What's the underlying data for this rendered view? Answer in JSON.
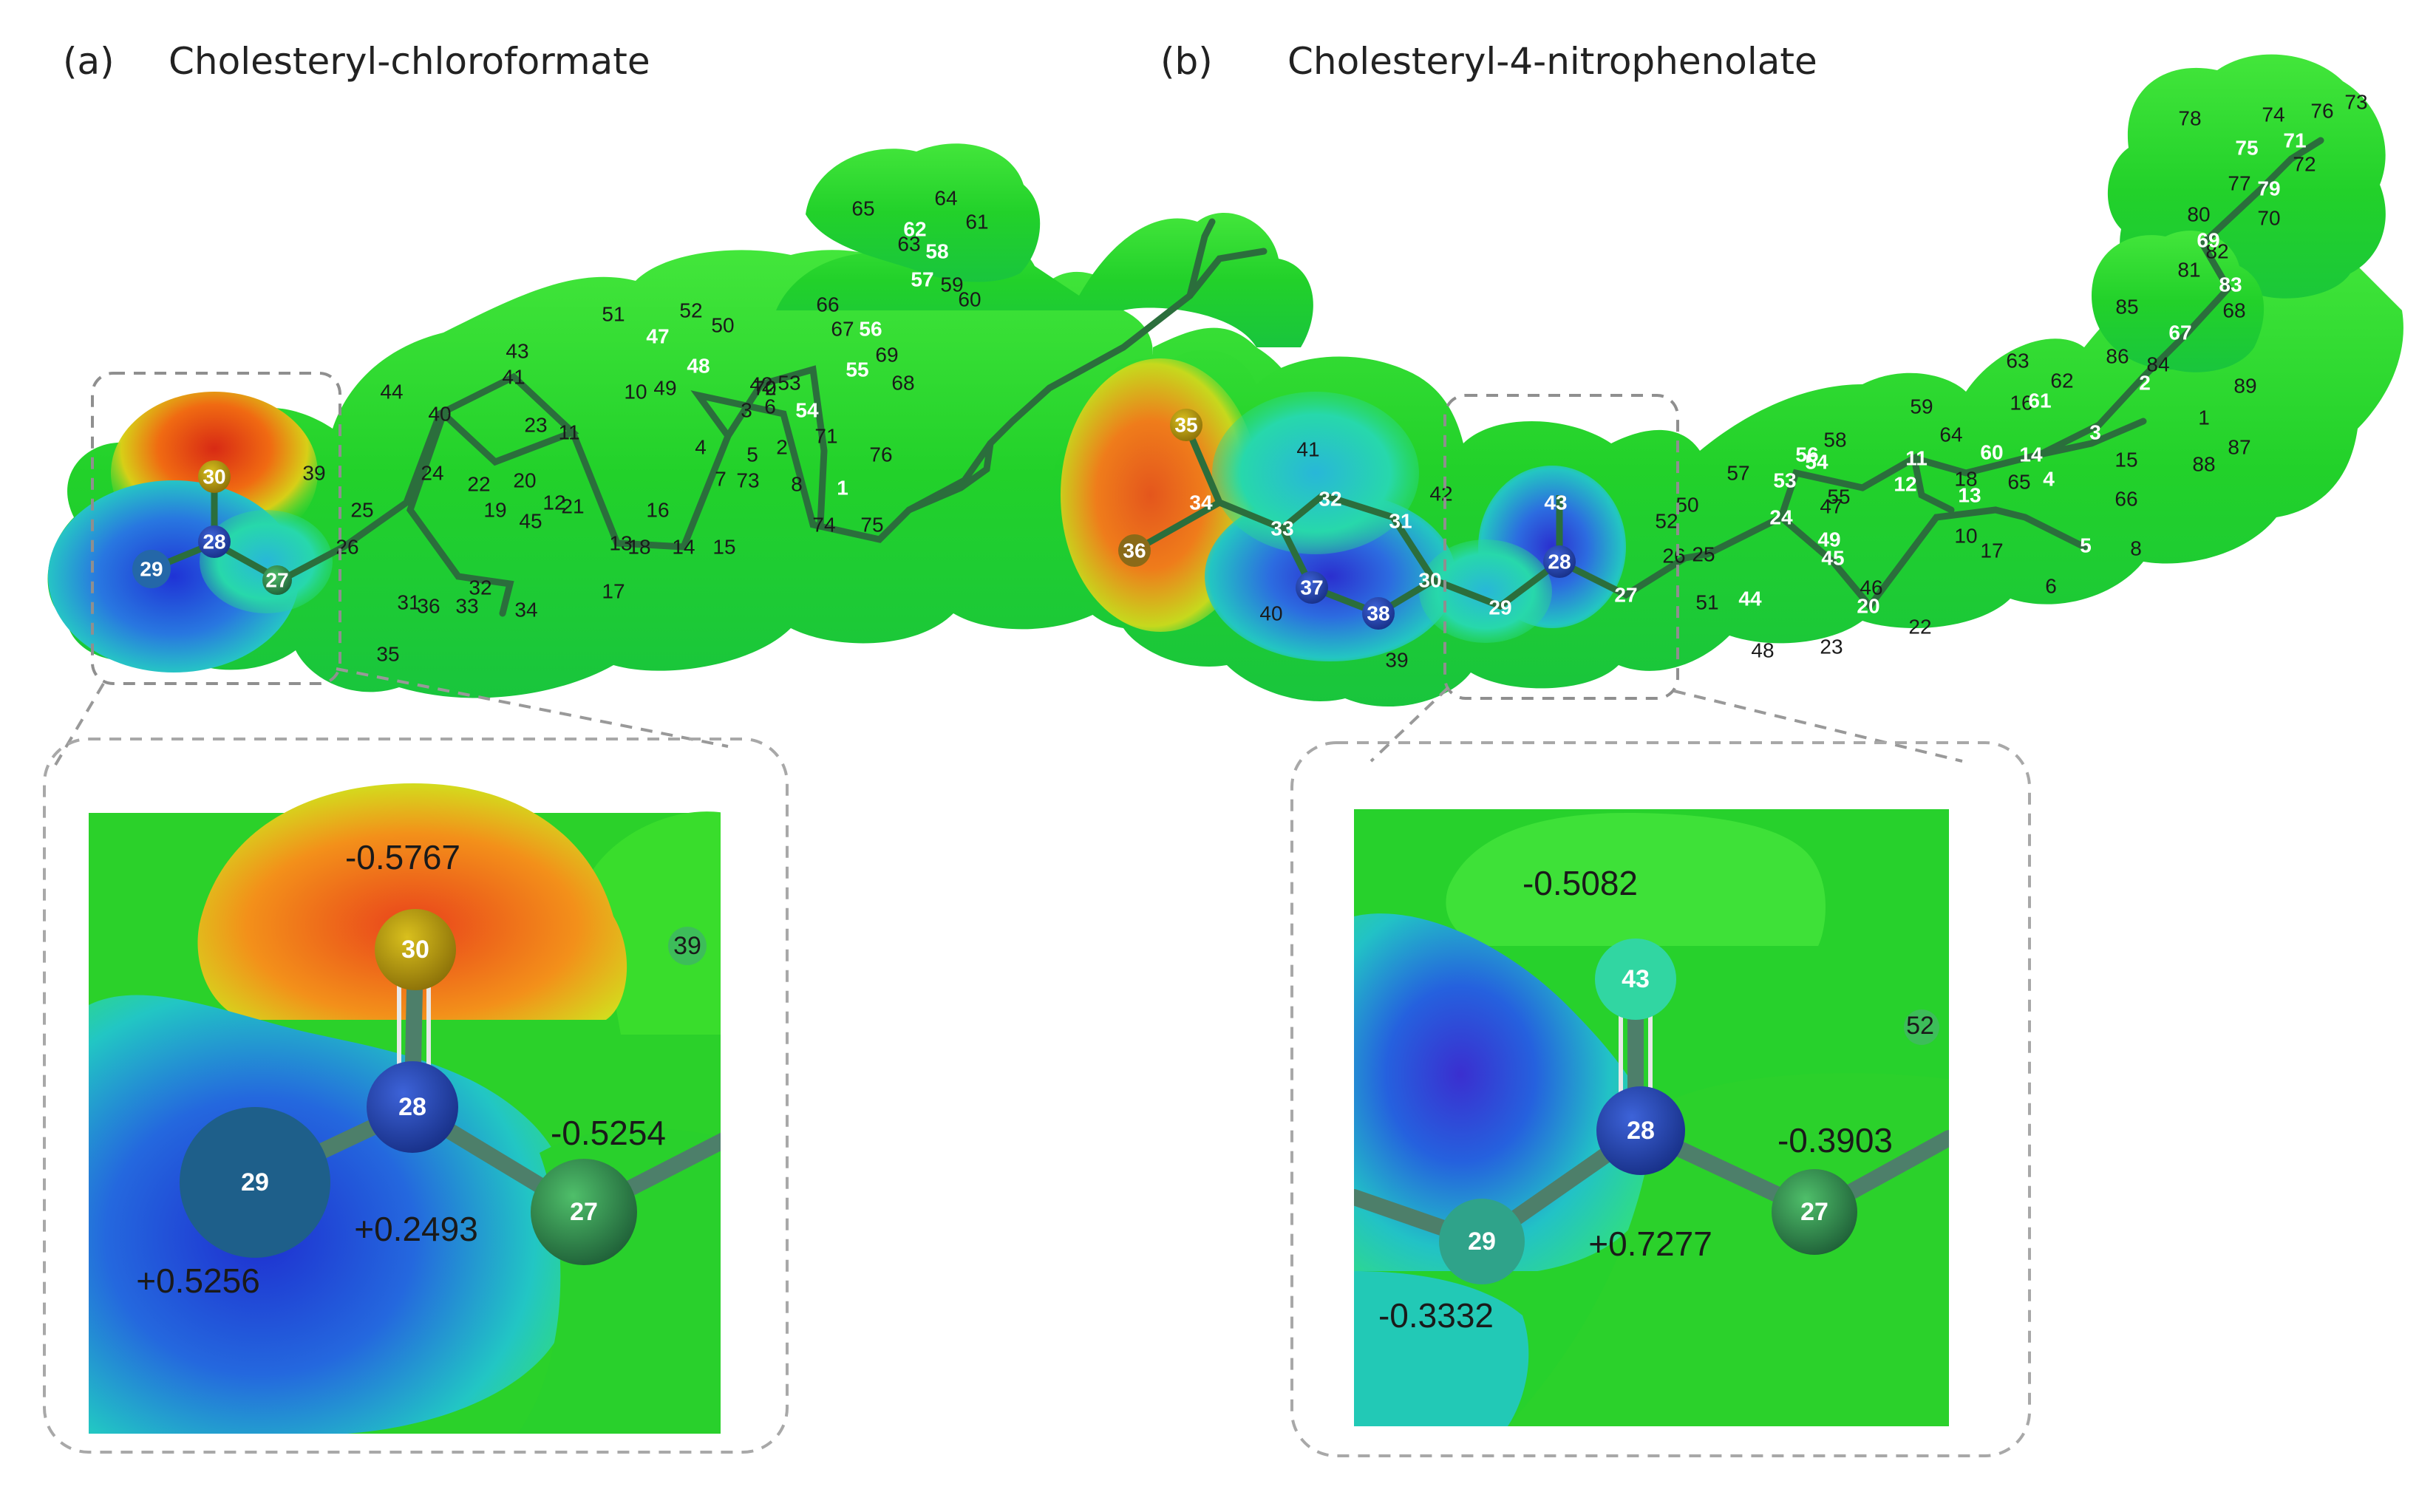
{
  "panel_a": {
    "label": "(a)",
    "title": "Cholesteryl-chloroformate",
    "charges": {
      "atom30": "-0.5767",
      "atom27": "-0.5254",
      "atom28": "+0.2493",
      "atom29": "+0.5256"
    },
    "zoom_atoms": [
      "30",
      "28",
      "29",
      "27",
      "39"
    ],
    "atom_labels": [
      "30",
      "28",
      "29",
      "27",
      "39",
      "26",
      "25",
      "36",
      "31",
      "35",
      "33",
      "34",
      "32",
      "40",
      "44",
      "24",
      "22",
      "41",
      "43",
      "23",
      "19",
      "20",
      "12",
      "45",
      "21",
      "11",
      "13",
      "17",
      "18",
      "10",
      "16",
      "14",
      "15",
      "47",
      "48",
      "49",
      "51",
      "52",
      "50",
      "3",
      "72",
      "53",
      "6",
      "4",
      "7",
      "5",
      "73",
      "2",
      "8",
      "54",
      "71",
      "1",
      "75",
      "74",
      "76",
      "55",
      "56",
      "57",
      "58",
      "62",
      "63",
      "64",
      "65",
      "61",
      "59",
      "60",
      "66",
      "67",
      "69",
      "68",
      "70",
      "42"
    ],
    "colors": {
      "positive": "#1a3cd6",
      "neutral": "#2bd62b",
      "negative": "#e0301a"
    }
  },
  "panel_b": {
    "label": "(b)",
    "title": "Cholesteryl-4-nitrophenolate",
    "charges": {
      "atom43": "-0.5082",
      "atom27": "-0.3903",
      "atom28": "+0.7277",
      "atom29": "-0.3332"
    },
    "zoom_atoms": [
      "43",
      "28",
      "29",
      "27",
      "52"
    ],
    "atom_labels": [
      "35",
      "36",
      "34",
      "41",
      "33",
      "32",
      "31",
      "42",
      "37",
      "38",
      "30",
      "39",
      "40",
      "29",
      "43",
      "28",
      "27",
      "52",
      "50",
      "26",
      "25",
      "51",
      "57",
      "53",
      "56",
      "54",
      "58",
      "24",
      "47",
      "55",
      "49",
      "45",
      "44",
      "48",
      "46",
      "20",
      "23",
      "22",
      "59",
      "11",
      "12",
      "64",
      "13",
      "18",
      "10",
      "17",
      "60",
      "14",
      "65",
      "63",
      "62",
      "16",
      "61",
      "3",
      "15",
      "66",
      "4",
      "5",
      "6",
      "8",
      "2",
      "1",
      "86",
      "84",
      "89",
      "88",
      "87",
      "67",
      "85",
      "68",
      "83",
      "81",
      "82",
      "69",
      "80",
      "70",
      "79",
      "77",
      "72",
      "75",
      "71",
      "74",
      "76",
      "73",
      "78"
    ]
  }
}
